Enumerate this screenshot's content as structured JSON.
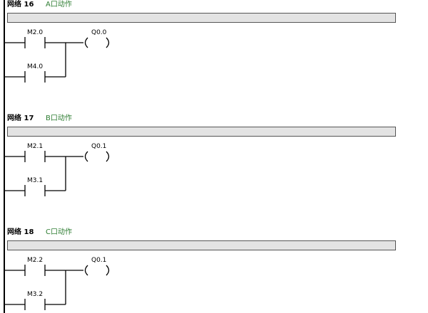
{
  "networks": [
    {
      "title": "网络 16",
      "comment": "A口动作",
      "contacts": [
        "M2.0",
        "M4.0"
      ],
      "coil": "Q0.0"
    },
    {
      "title": "网络 17",
      "comment": "B口动作",
      "contacts": [
        "M2.1",
        "M3.1"
      ],
      "coil": "Q0.1"
    },
    {
      "title": "网络 18",
      "comment": "C口动作",
      "contacts": [
        "M2.2",
        "M3.2"
      ],
      "coil": "Q0.1"
    }
  ]
}
